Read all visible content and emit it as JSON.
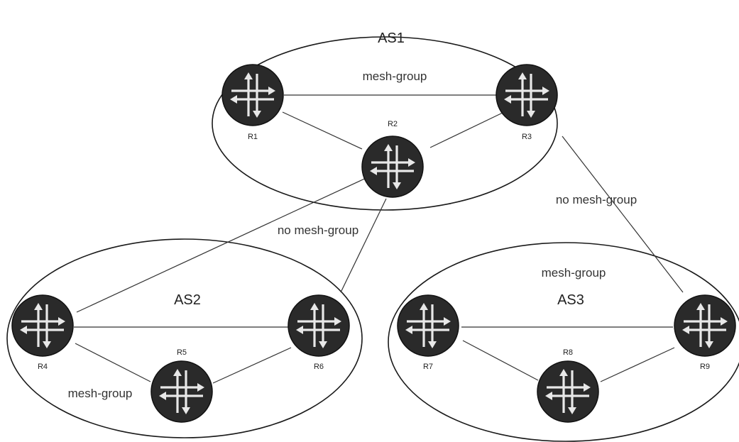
{
  "diagram": {
    "as": [
      {
        "id": "as1",
        "label": "AS1"
      },
      {
        "id": "as2",
        "label": "AS2"
      },
      {
        "id": "as3",
        "label": "AS3"
      }
    ],
    "routers": [
      {
        "id": "r1",
        "label": "R1"
      },
      {
        "id": "r2",
        "label": "R2"
      },
      {
        "id": "r3",
        "label": "R3"
      },
      {
        "id": "r4",
        "label": "R4"
      },
      {
        "id": "r5",
        "label": "R5"
      },
      {
        "id": "r6",
        "label": "R6"
      },
      {
        "id": "r7",
        "label": "R7"
      },
      {
        "id": "r8",
        "label": "R8"
      },
      {
        "id": "r9",
        "label": "R9"
      }
    ],
    "links": [
      {
        "from": "R1",
        "to": "R3"
      },
      {
        "from": "R1",
        "to": "R2"
      },
      {
        "from": "R2",
        "to": "R3"
      },
      {
        "from": "R2",
        "to": "R4"
      },
      {
        "from": "R2",
        "to": "R6"
      },
      {
        "from": "R3",
        "to": "R9"
      },
      {
        "from": "R4",
        "to": "R6"
      },
      {
        "from": "R4",
        "to": "R5"
      },
      {
        "from": "R5",
        "to": "R6"
      },
      {
        "from": "R7",
        "to": "R9"
      },
      {
        "from": "R7",
        "to": "R8"
      },
      {
        "from": "R8",
        "to": "R9"
      }
    ],
    "annotations": {
      "as1_mesh": "mesh-group",
      "as1_as2_link": "no mesh-group",
      "as1_as3_link": "no mesh-group",
      "as2_mesh": "mesh-group",
      "as3_mesh": "mesh-group"
    }
  }
}
